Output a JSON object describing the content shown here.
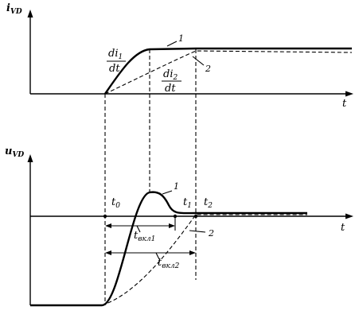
{
  "top_graph": {
    "y_label_main": "i",
    "y_label_sub": "VD",
    "x_label": "t",
    "deriv1_num": "di",
    "deriv1_num_sub": "1",
    "deriv1_den": "dt",
    "deriv2_num": "di",
    "deriv2_num_sub": "2",
    "deriv2_den": "dt",
    "curve1_label": "1",
    "curve2_label": "2"
  },
  "bottom_graph": {
    "y_label_main": "u",
    "y_label_sub": "VD",
    "x_label": "t",
    "t0_main": "t",
    "t0_sub": "0",
    "t1_main": "t",
    "t1_sub": "1",
    "t2_main": "t",
    "t2_sub": "2",
    "ton1_main": "t",
    "ton1_sub": "вкл1",
    "ton2_main": "t",
    "ton2_sub": "вкл2",
    "curve1_label": "1",
    "curve2_label": "2"
  },
  "colors": {
    "ink": "#000000",
    "background": "#ffffff"
  }
}
